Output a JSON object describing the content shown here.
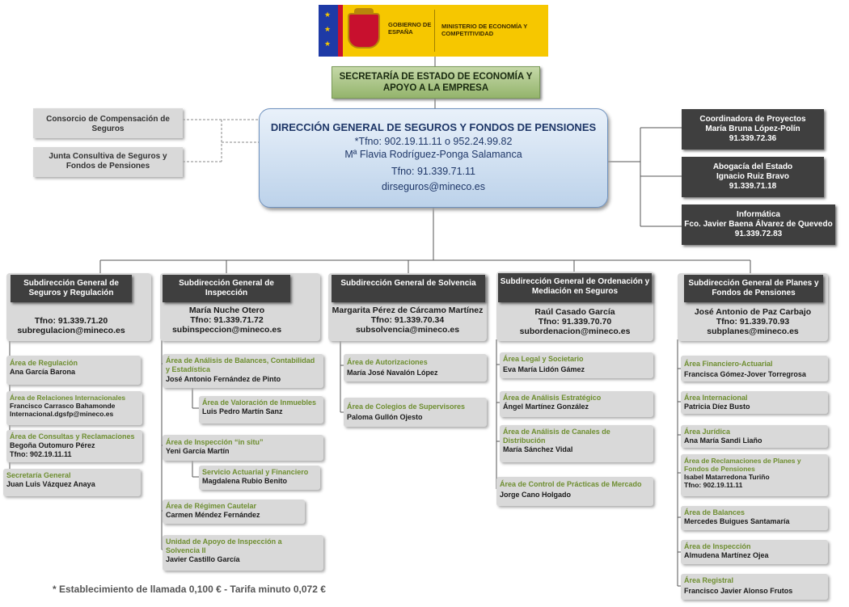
{
  "logo": {
    "gobierno": "GOBIERNO DE ESPAÑA",
    "ministerio": "MINISTERIO DE ECONOMÍA Y COMPETITIVIDAD"
  },
  "secretaria": "SECRETARÍA DE ESTADO DE ECONOMÍA Y APOYO A LA EMPRESA",
  "direccion": {
    "title": "DIRECCIÓN GENERAL DE SEGUROS Y FONDOS DE PENSIONES",
    "tfno_star": "*Tfno: 902.19.11.11 o 952.24.99.82",
    "name": "Mª Flavia Rodríguez-Ponga Salamanca",
    "tfno": "Tfno: 91.339.71.11",
    "email": "dirseguros@mineco.es"
  },
  "left_boxes": [
    "Consorcio de Compensación de Seguros",
    "Junta Consultiva de Seguros y Fondos de Pensiones"
  ],
  "right_boxes": [
    {
      "title": "Coordinadora de Proyectos",
      "name": "María Bruna López-Polín",
      "tel": "91.339.72.36"
    },
    {
      "title": "Abogacía del Estado",
      "name": "Ignacio Ruiz Bravo",
      "tel": "91.339.71.18"
    },
    {
      "title": "Informática",
      "name": "Fco. Javier Baena Álvarez de Quevedo",
      "tel": "91.339.72.83"
    }
  ],
  "subdirecciones": [
    {
      "title": "Subdirección General de Seguros y Regulación",
      "name": "",
      "tel": "Tfno: 91.339.71.20",
      "email": "subregulacion@mineco.es",
      "areas": [
        {
          "name": "Área de Regulación",
          "lines": [
            "Ana García Barona"
          ]
        },
        {
          "name": "Área de Relaciones Internacionales",
          "lines": [
            "Francisco Carrasco Bahamonde",
            "Internacional.dgsfp@mineco.es"
          ]
        },
        {
          "name": "Área de Consultas y Reclamaciones",
          "lines": [
            "Begoña Outomuro Pérez",
            "Tfno: 902.19.11.11"
          ]
        },
        {
          "name": "Secretaría General",
          "lines": [
            "Juan Luis Vázquez Anaya"
          ]
        }
      ]
    },
    {
      "title": "Subdirección General de Inspección",
      "name": "María Nuche Otero",
      "tel": "Tfno: 91.339.71.72",
      "email": "subinspeccion@mineco.es",
      "areas": [
        {
          "name": "Área de Análisis de Balances, Contabilidad y Estadística",
          "lines": [
            "José Antonio Fernández de Pinto"
          ]
        },
        {
          "name": "Área de Valoración de Inmuebles",
          "lines": [
            "Luis Pedro Martín Sanz"
          ]
        },
        {
          "name": "Área de Inspección “in situ”",
          "lines": [
            "Yeni García Martín"
          ]
        },
        {
          "name": "Servicio Actuarial y Financiero",
          "lines": [
            "Magdalena Rubio Benito"
          ]
        },
        {
          "name": "Área de Régimen Cautelar",
          "lines": [
            "Carmen Méndez Fernández"
          ]
        },
        {
          "name": "Unidad de Apoyo de Inspección a Solvencia II",
          "lines": [
            "Javier Castillo García"
          ]
        }
      ]
    },
    {
      "title": "Subdirección General de Solvencia",
      "name": "Margarita Pérez de Cárcamo Martínez",
      "tel": "Tfno: 91.339.70.34",
      "email": "subsolvencia@mineco.es",
      "areas": [
        {
          "name": "Área de Autorizaciones",
          "lines": [
            "María José Navalón López"
          ]
        },
        {
          "name": "Área de Colegios de Supervisores",
          "lines": [
            "Paloma Gullón Ojesto"
          ]
        }
      ]
    },
    {
      "title": "Subdirección General de Ordenación y Mediación en Seguros",
      "name": "Raúl Casado García",
      "tel": "Tfno: 91.339.70.70",
      "email": "subordenacion@mineco.es",
      "areas": [
        {
          "name": "Área Legal y Societario",
          "lines": [
            "Eva María Lidón Gámez"
          ]
        },
        {
          "name": "Área de Análisis Estratégico",
          "lines": [
            "Ángel Martínez González"
          ]
        },
        {
          "name": "Área de Análisis de Canales de Distribución",
          "lines": [
            "María Sánchez Vidal"
          ]
        },
        {
          "name": "Área de Control de Prácticas de Mercado",
          "lines": [
            "Jorge Cano Holgado"
          ]
        }
      ]
    },
    {
      "title": "Subdirección General de Planes y Fondos de Pensiones",
      "name": "José Antonio de Paz Carbajo",
      "tel": "Tfno: 91.339.70.93",
      "email": "subplanes@mineco.es",
      "areas": [
        {
          "name": "Área Financiero-Actuarial",
          "lines": [
            "Francisca Gómez-Jover Torregrosa"
          ]
        },
        {
          "name": "Área Internacional",
          "lines": [
            "Patricia Díez Busto"
          ]
        },
        {
          "name": "Área Jurídica",
          "lines": [
            "Ana María Sandi Liaño"
          ]
        },
        {
          "name": "Área de Reclamaciones de Planes y Fondos de Pensiones",
          "lines": [
            "Isabel Matarredona Turiño",
            "Tfno: 902.19.11.11"
          ]
        },
        {
          "name": "Área de Balances",
          "lines": [
            "Mercedes Buigues Santamaría"
          ]
        },
        {
          "name": "Área de Inspección",
          "lines": [
            "Almudena Martínez Ojea"
          ]
        },
        {
          "name": "Área Registral",
          "lines": [
            "Francisco Javier Alonso Frutos"
          ]
        }
      ]
    }
  ],
  "footnote": "* Establecimiento de llamada 0,100 € - Tarifa minuto 0,072 €"
}
